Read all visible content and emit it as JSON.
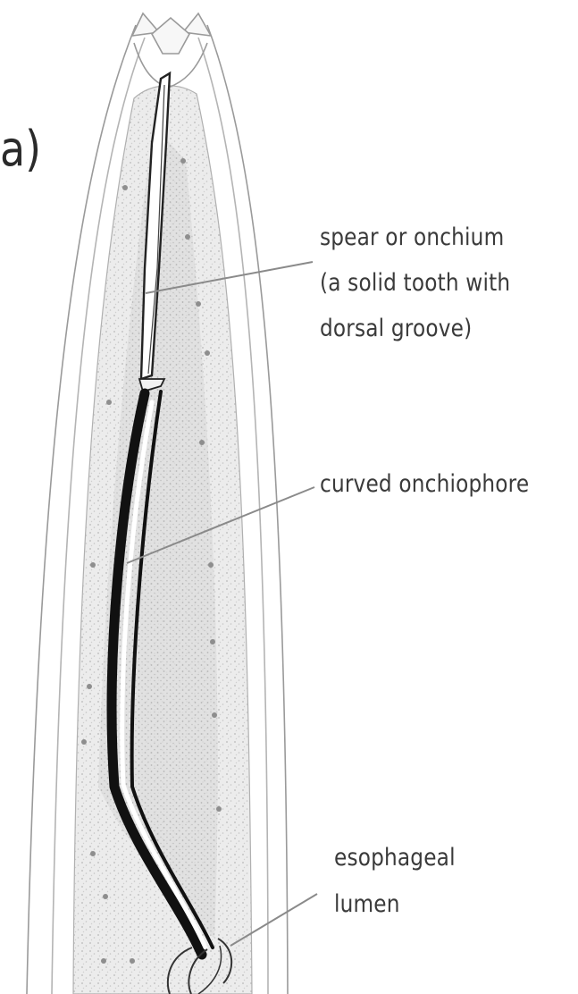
{
  "panel_label": "a)",
  "labels": {
    "spear": [
      "spear or onchium",
      "(a solid tooth with",
      "dorsal groove)"
    ],
    "onchiophore": [
      "curved onchiophore"
    ],
    "lumen": [
      "esophageal",
      "lumen"
    ]
  }
}
